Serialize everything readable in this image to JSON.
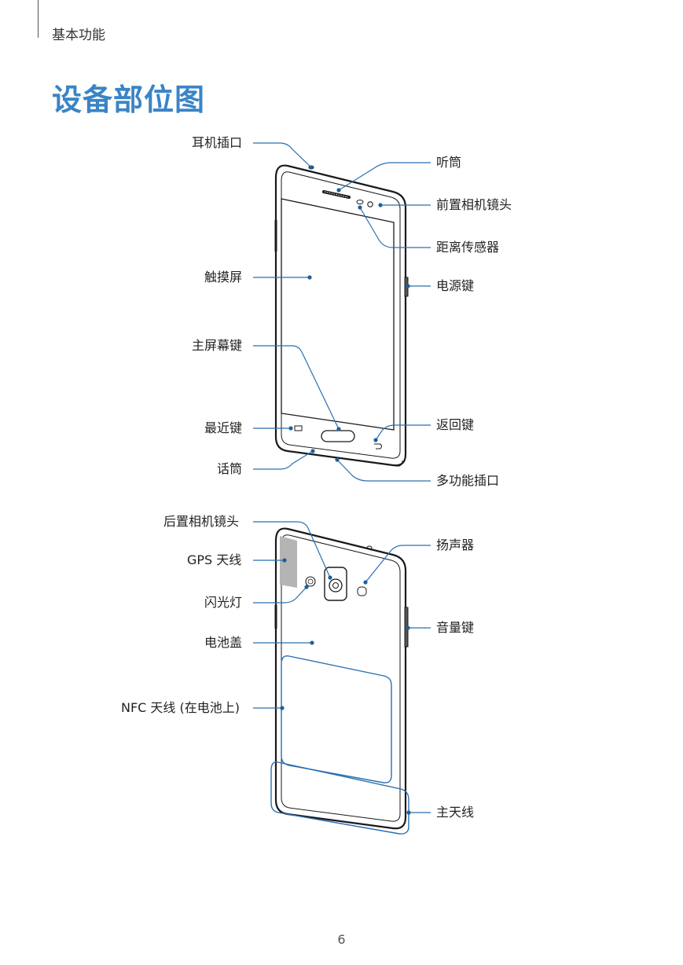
{
  "header": {
    "section": "基本功能"
  },
  "title": "设备部位图",
  "front_labels": {
    "earphone_jack": "耳机插口",
    "earpiece": "听筒",
    "front_camera": "前置相机镜头",
    "proximity_sensor": "距离传感器",
    "touchscreen": "触摸屏",
    "power_key": "电源键",
    "home_key": "主屏幕键",
    "recent_key": "最近键",
    "back_key": "返回键",
    "microphone": "话筒",
    "multipurpose_jack": "多功能插口"
  },
  "back_labels": {
    "rear_camera": "后置相机镜头",
    "speaker": "扬声器",
    "gps_antenna": "GPS 天线",
    "flash": "闪光灯",
    "volume_key": "音量键",
    "back_cover": "电池盖",
    "nfc_antenna": "NFC 天线 (在电池上)",
    "main_antenna": "主天线"
  },
  "page_number": "6",
  "colors": {
    "title": "#3a84c6",
    "leader": "#2a6fb0",
    "text": "#222222"
  }
}
